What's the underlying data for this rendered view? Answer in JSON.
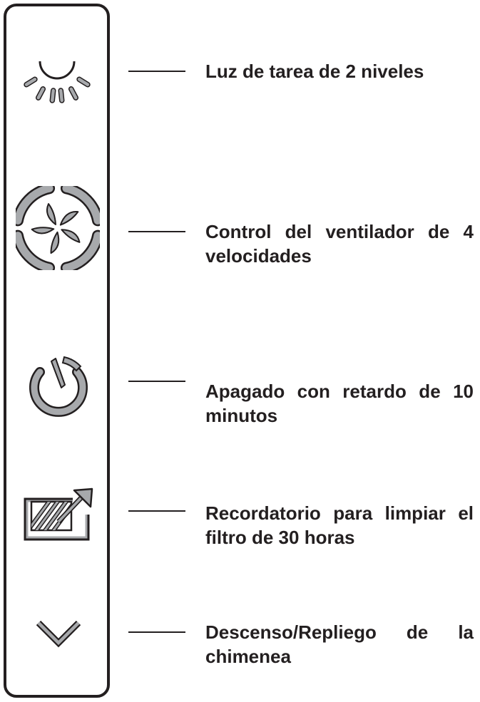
{
  "colors": {
    "outline": "#231f20",
    "icon_fill": "#a7a9ac",
    "background": "#ffffff"
  },
  "controls": [
    {
      "icon": "task-light-icon",
      "label_lines": [
        "Luz de tarea de 2 niveles"
      ]
    },
    {
      "icon": "fan-icon",
      "label_lines": [
        "Control del ventilador de 4",
        "velocidades"
      ]
    },
    {
      "icon": "power-timer-icon",
      "label_lines": [
        "Apagado con retardo de 10",
        "minutos"
      ]
    },
    {
      "icon": "filter-reminder-icon",
      "label_lines": [
        "Recordatorio para limpiar el",
        "filtro de 30 horas"
      ]
    },
    {
      "icon": "chevron-down-icon",
      "label_lines": [
        "Descenso/Repliego de la",
        "chimenea"
      ]
    }
  ]
}
